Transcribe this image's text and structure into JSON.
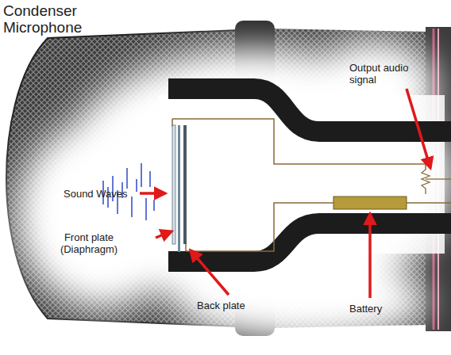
{
  "diagram": {
    "title": "Condenser Microphone",
    "labels": [
      "Output audio signal",
      "Sound Waves",
      "Front plate (Diaphragm)",
      "Back plate",
      "Battery"
    ]
  }
}
